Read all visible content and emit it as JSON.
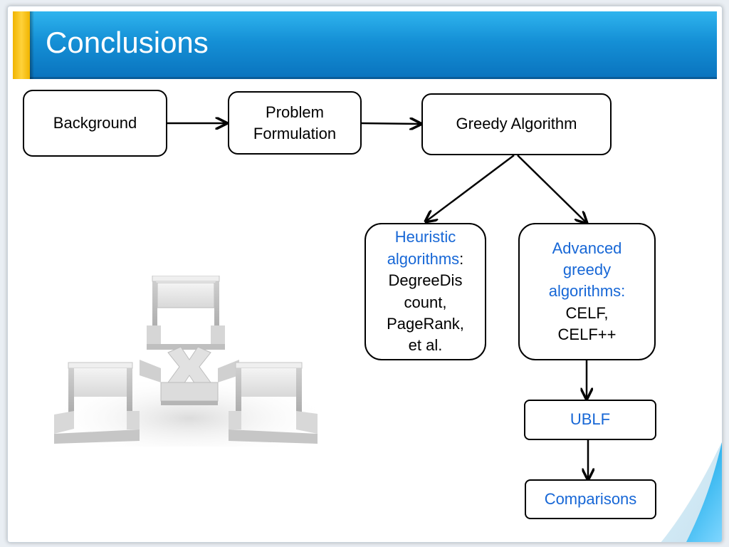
{
  "slide": {
    "title": "Conclusions"
  },
  "nodes": {
    "background": "Background",
    "problem": [
      "Problem",
      "Formulation"
    ],
    "greedy": "Greedy Algorithm",
    "heuristic": {
      "lead": [
        "Heuristic",
        "algorithms"
      ],
      "colon": ":",
      "body": [
        "DegreeDis",
        "count,",
        "PageRank,",
        "et al."
      ]
    },
    "advanced": {
      "lead": [
        "Advanced",
        "greedy",
        "algorithms:"
      ],
      "body": [
        "CELF,",
        "CELF++"
      ]
    },
    "ublf": "UBLF",
    "comparisons": "Comparisons"
  },
  "colors": {
    "title_bar": "#1590d6",
    "accent": "#ffc400",
    "highlight_text": "#1767d6"
  }
}
